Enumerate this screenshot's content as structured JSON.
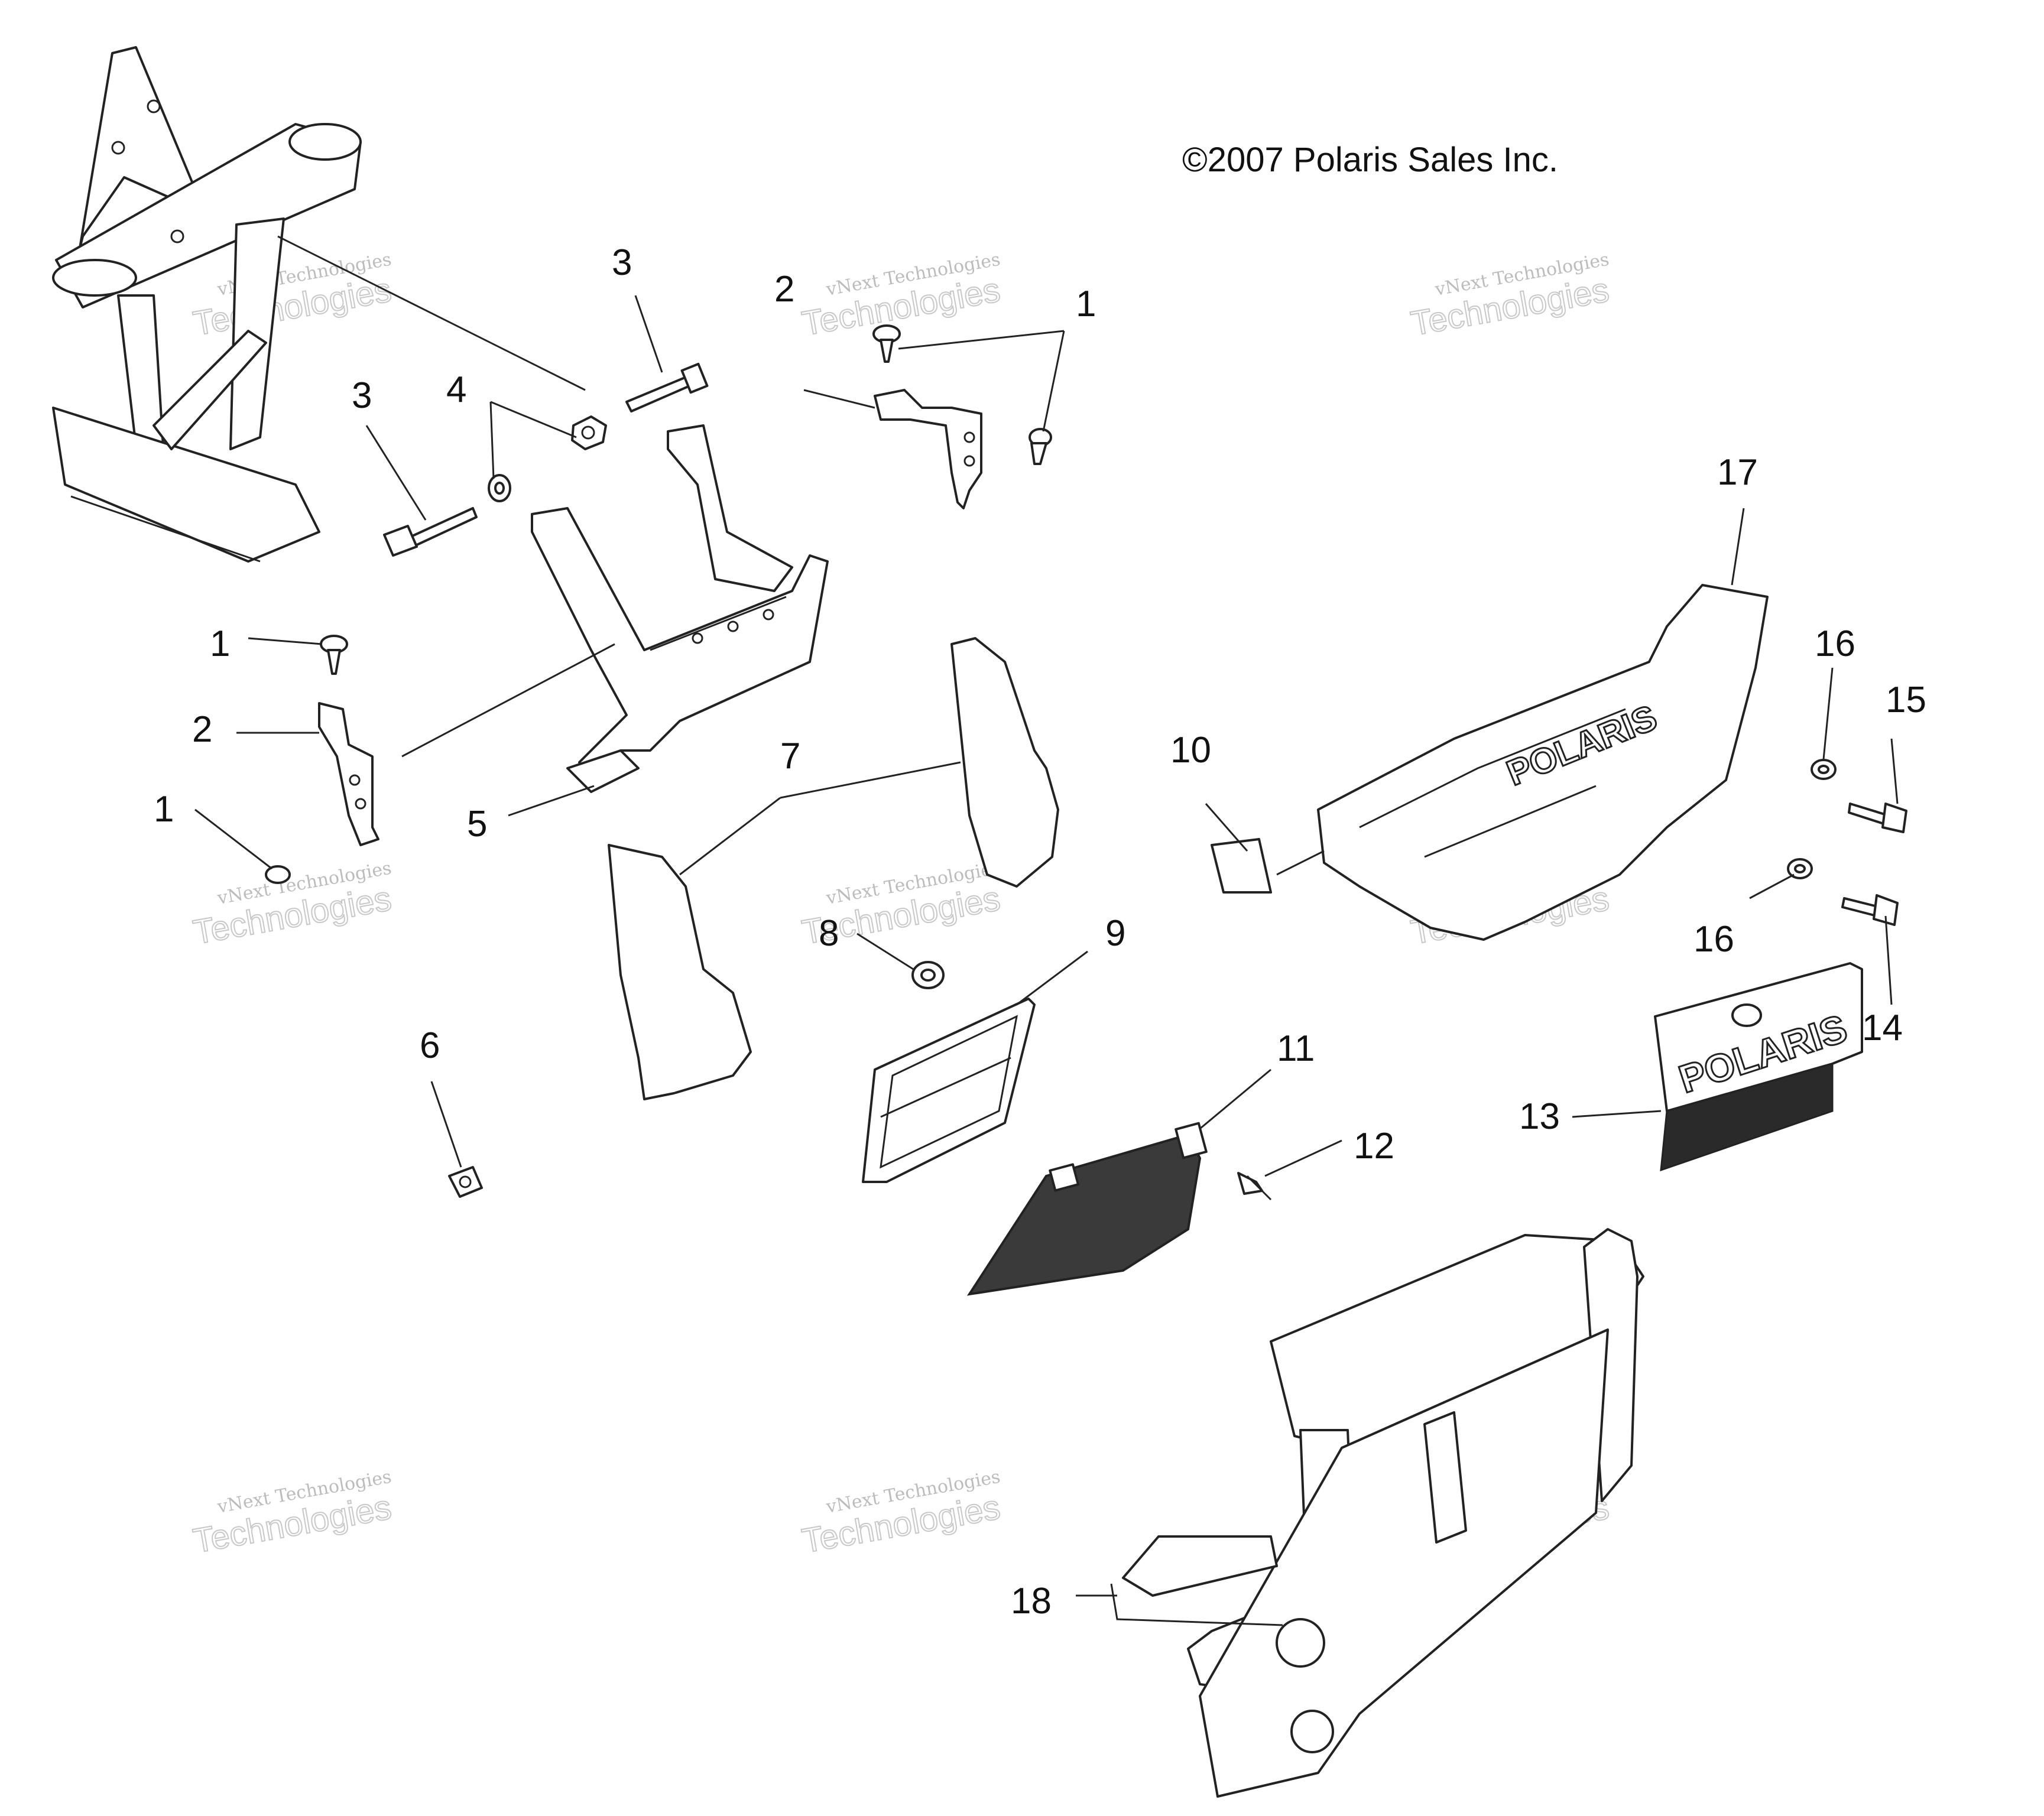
{
  "copyright": "©2007 Polaris Sales Inc.",
  "watermark": {
    "line1": "vNext Technologies",
    "line2": "Technologies"
  },
  "logo_text": "POLARIS",
  "callouts": [
    "1",
    "1",
    "1",
    "2",
    "2",
    "3",
    "3",
    "4",
    "5",
    "6",
    "7",
    "8",
    "9",
    "10",
    "11",
    "12",
    "13",
    "14",
    "15",
    "16",
    "16",
    "17",
    "18"
  ]
}
